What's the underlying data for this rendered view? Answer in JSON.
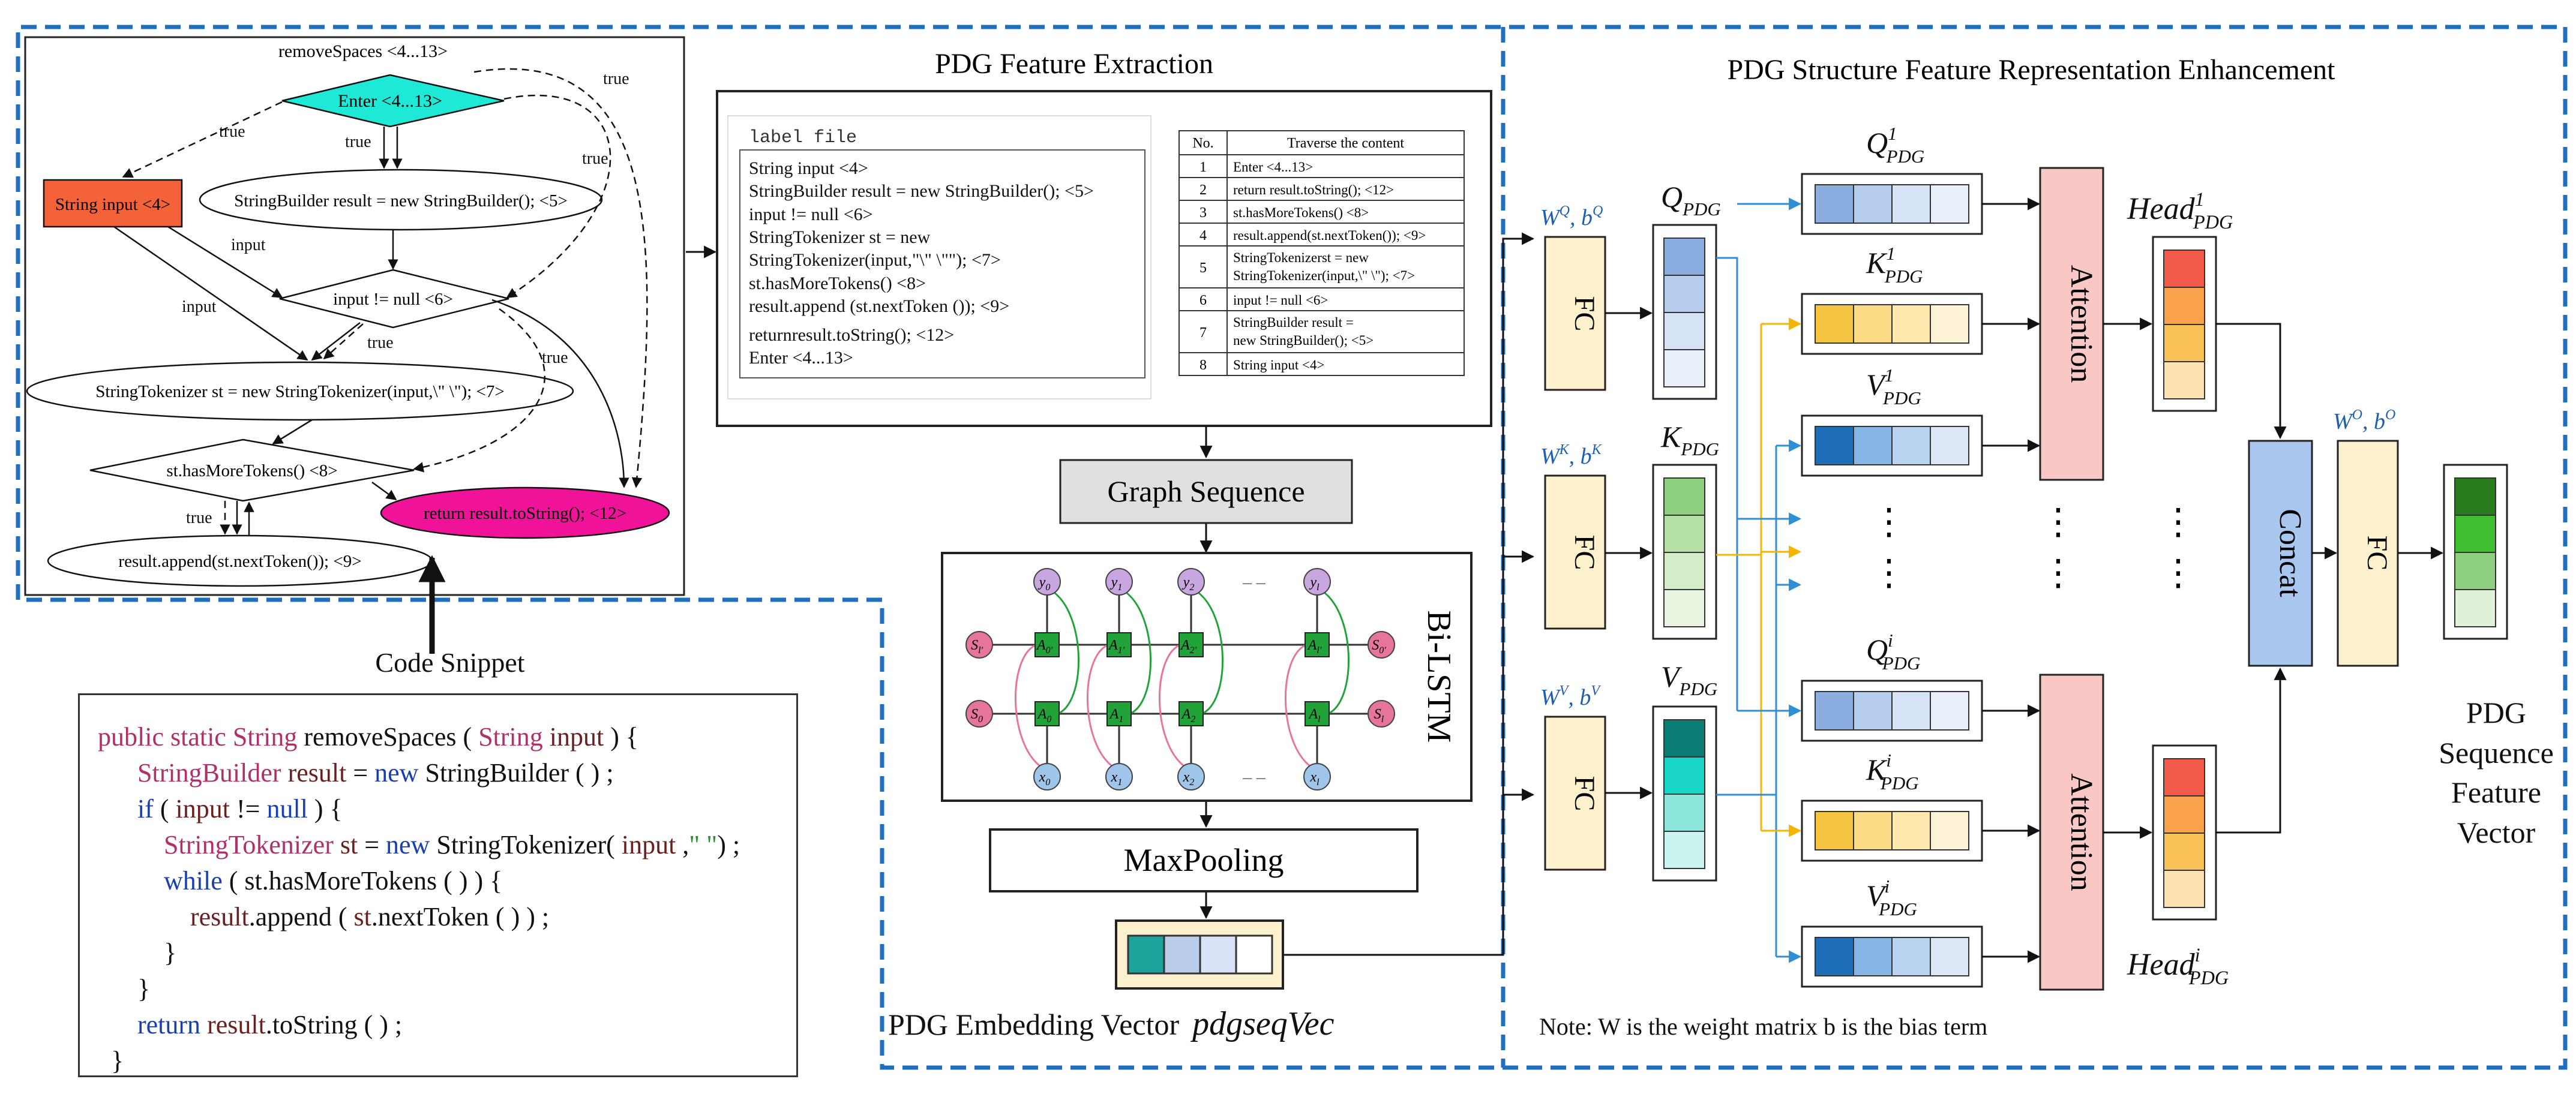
{
  "pdg_graph": {
    "title": "removeSpaces <4...13>",
    "nodes": {
      "enter": "Enter <4...13>",
      "string_input": "String input <4>",
      "string_builder": "StringBuilder result = new StringBuilder(); <5>",
      "input_not_null": "input != null <6>",
      "string_tokenizer": "StringTokenizer st = new StringTokenizer(input,\\\" \\\"); <7>",
      "has_more_tokens": "st.hasMoreTokens() <8>",
      "return_result": "return result.toString(); <12>",
      "result_append": "result.append(st.nextToken()); <9>"
    },
    "edge_labels": {
      "true": "true",
      "input": "input"
    }
  },
  "code_snippet": {
    "title": "Code Snippet"
  },
  "feature_extraction": {
    "title": "PDG Feature Extraction",
    "label_file": {
      "title": "label file",
      "lines": [
        "String input <4>",
        "StringBuilder result = new StringBuilder(); <5>",
        "input != null <6>",
        "StringTokenizer  st = new",
        "StringTokenizer(input,\"\\\" \\\"\"); <7>",
        "st.hasMoreTokens() <8>",
        "result.append (st.nextToken ()); <9>",
        "returnresult.toString(); <12>",
        "Enter <4...13>"
      ]
    },
    "traverse_table": {
      "headers": [
        "No.",
        "Traverse the content"
      ],
      "rows": [
        {
          "no": "1",
          "lines": [
            "Enter <4...13>"
          ]
        },
        {
          "no": "2",
          "lines": [
            "return result.toString(); <12>"
          ]
        },
        {
          "no": "3",
          "lines": [
            "st.hasMoreTokens() <8>"
          ]
        },
        {
          "no": "4",
          "lines": [
            "result.append(st.nextToken()); <9>"
          ]
        },
        {
          "no": "5",
          "lines": [
            "StringTokenizerst = new",
            "StringTokenizer(input,\\\" \\\"); <7>"
          ]
        },
        {
          "no": "6",
          "lines": [
            "input != null <6>"
          ]
        },
        {
          "no": "7",
          "lines": [
            "StringBuilder result =",
            "new StringBuilder(); <5>"
          ]
        },
        {
          "no": "8",
          "lines": [
            "String input <4>"
          ]
        }
      ]
    },
    "graph_sequence": "Graph Sequence",
    "bilstm": "Bi-LSTM",
    "maxpooling": "MaxPooling",
    "embedding_label": "PDG Embedding Vector",
    "embedding_var": "pdgseqVec"
  },
  "structure_enhancement": {
    "title": "PDG Structure Feature Representation Enhancement",
    "fc": "FC",
    "attention": "Attention",
    "concat": "Concat",
    "ellipsis": "⋮",
    "note": "Note: W is the weight matrix b is the bias term",
    "output_label": [
      "PDG",
      "Sequence",
      "Feature",
      "Vector"
    ]
  },
  "colors": {
    "dashed_frame": "#1f6fc0",
    "enter_node": "#1de9d6",
    "string_input_node": "#f4623a",
    "return_node": "#f0139a",
    "fc_box": "#fdf0cc",
    "attention_box": "#f9c7c4",
    "concat_box": "#a8c6ee",
    "graph_sequence_box": "#e0e0e0",
    "lstm_green": "#22a33a",
    "lstm_pink": "#e7759b",
    "lstm_purple": "#c9a6e0",
    "lstm_blue": "#9fc6ea",
    "arrow_blue": "#2e8fd6",
    "arrow_yellow": "#f4b400"
  }
}
